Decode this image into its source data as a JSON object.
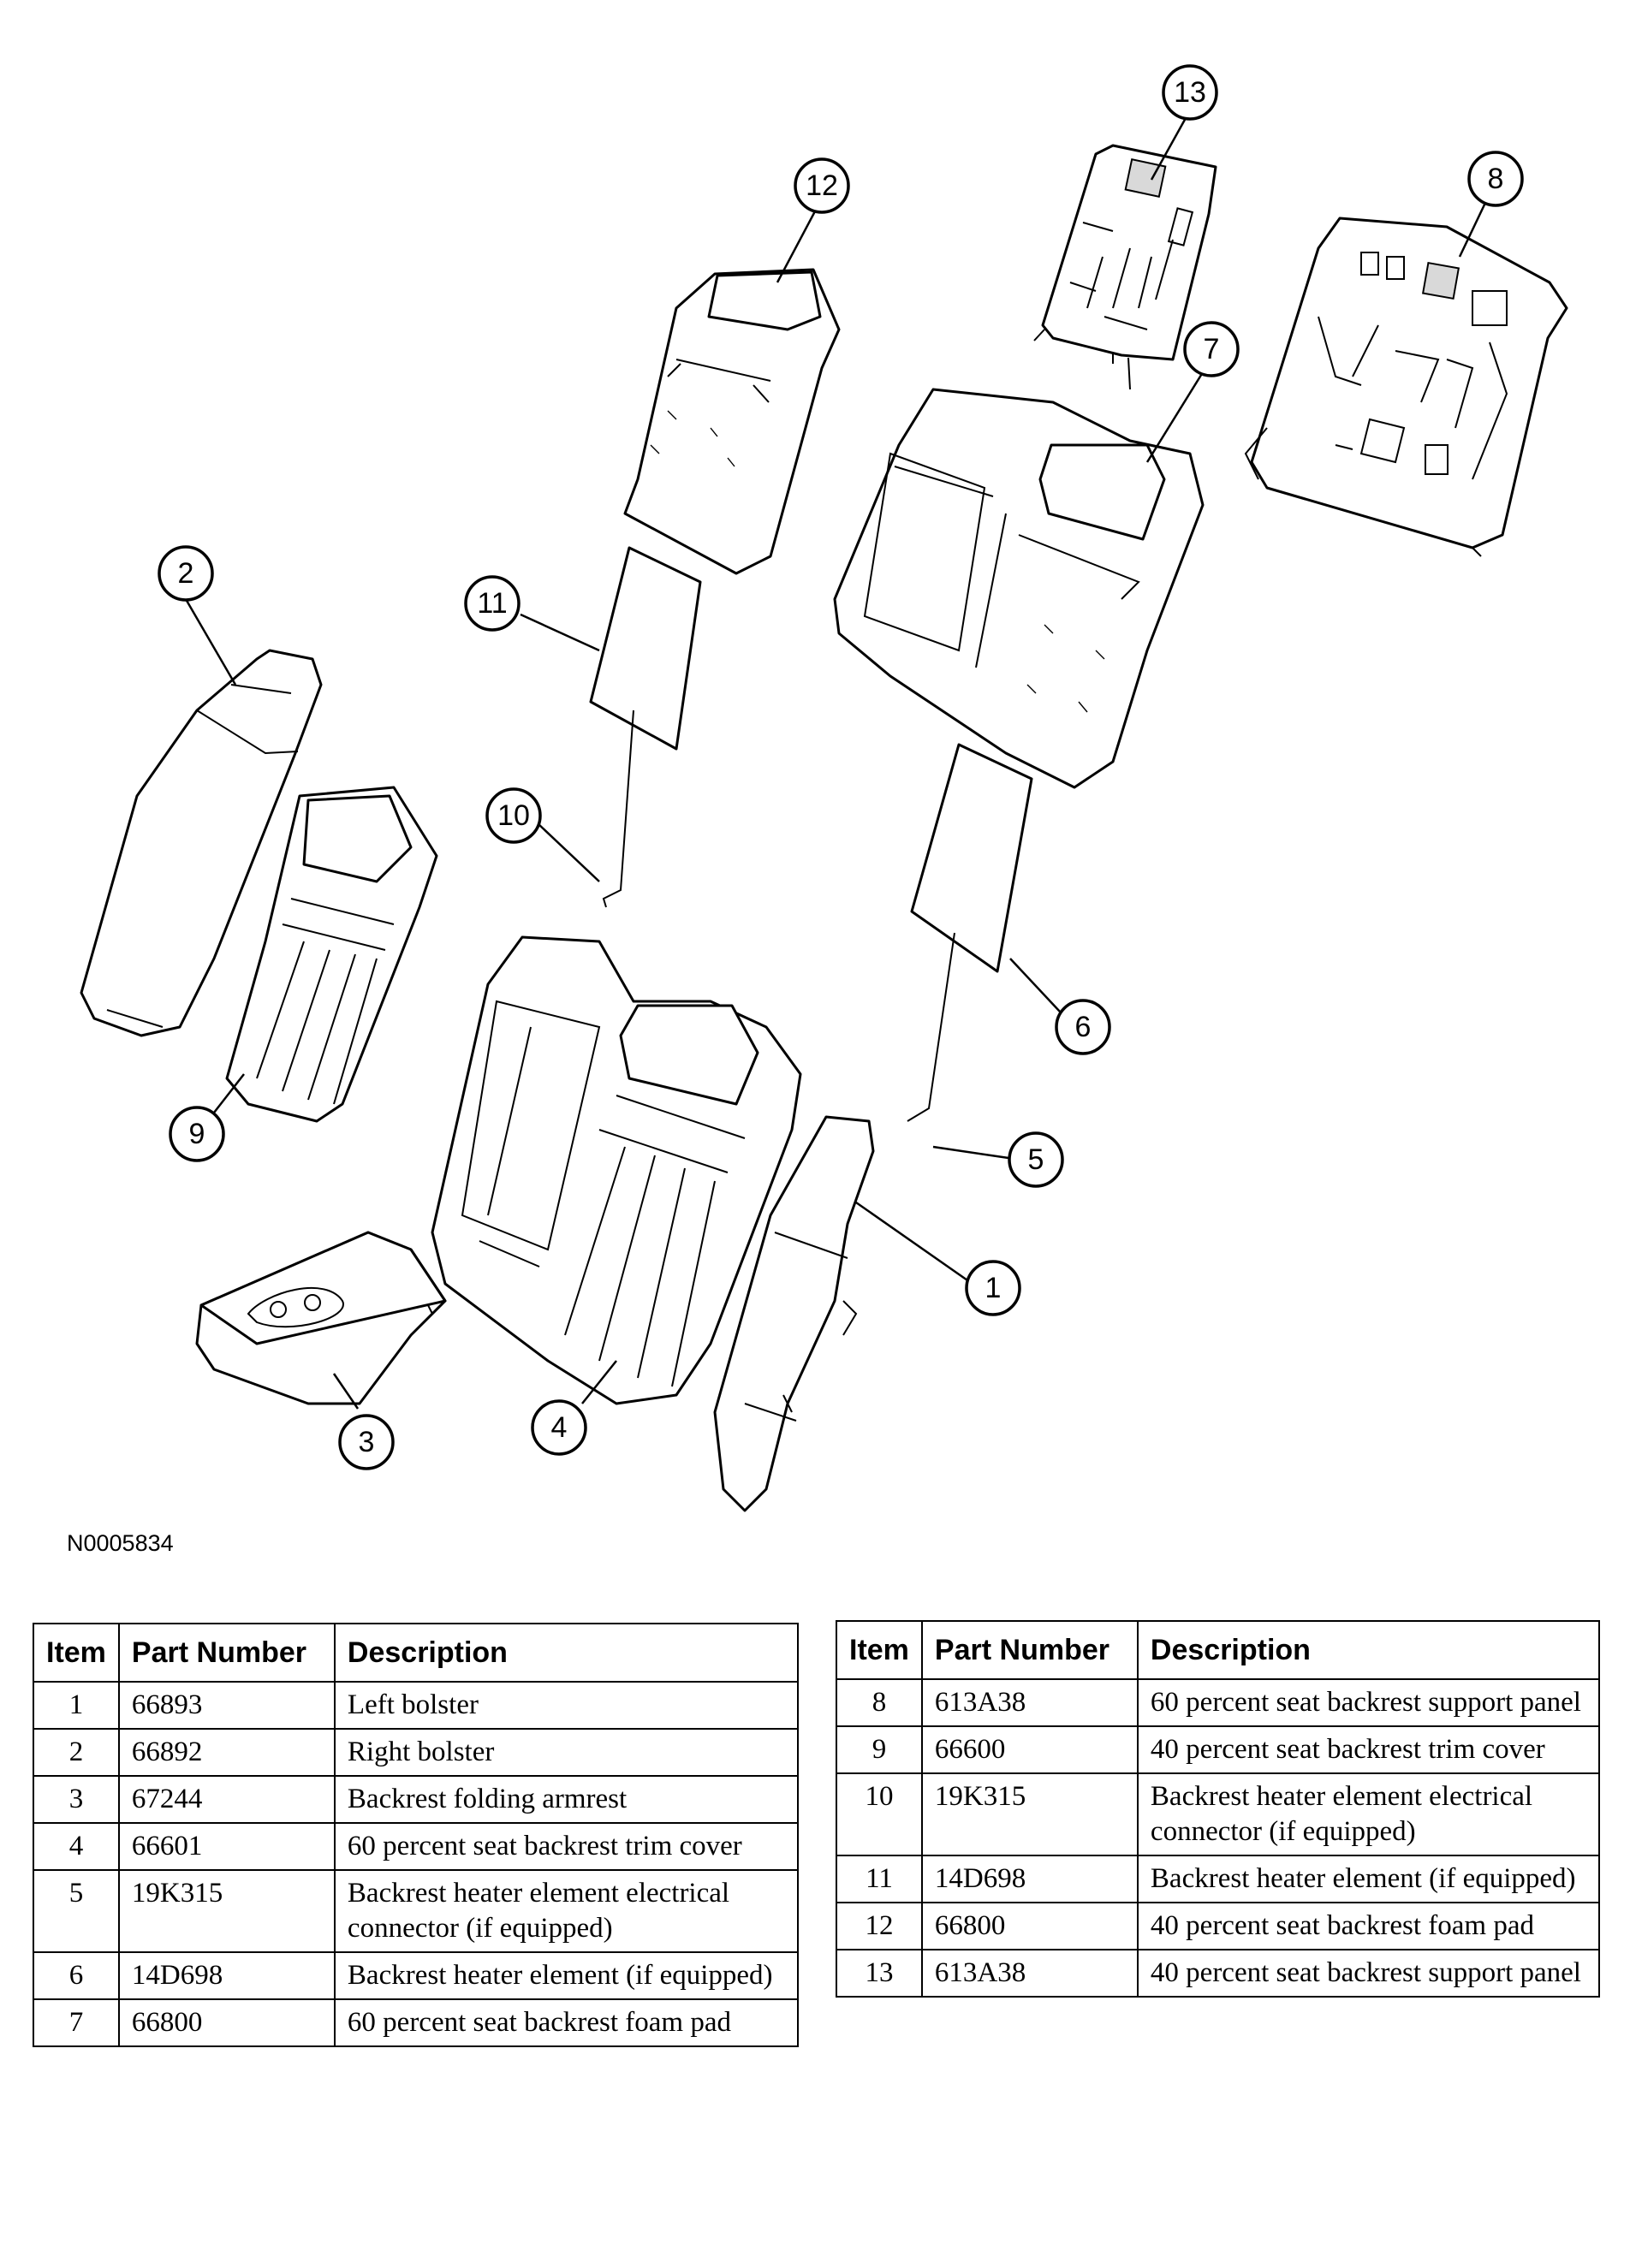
{
  "figure_id": "N0005834",
  "callouts": [
    "1",
    "2",
    "3",
    "4",
    "5",
    "6",
    "7",
    "8",
    "9",
    "10",
    "11",
    "12",
    "13"
  ],
  "table_headers": {
    "item": "Item",
    "part_number": "Part Number",
    "description": "Description"
  },
  "parts_left": [
    {
      "item": "1",
      "part_number": "66893",
      "description": "Left bolster"
    },
    {
      "item": "2",
      "part_number": "66892",
      "description": "Right bolster"
    },
    {
      "item": "3",
      "part_number": "67244",
      "description": "Backrest folding armrest"
    },
    {
      "item": "4",
      "part_number": "66601",
      "description": "60 percent seat backrest trim cover"
    },
    {
      "item": "5",
      "part_number": "19K315",
      "description": "Backrest heater element electrical connector (if equipped)"
    },
    {
      "item": "6",
      "part_number": "14D698",
      "description": "Backrest heater element (if equipped)"
    },
    {
      "item": "7",
      "part_number": "66800",
      "description": "60 percent seat backrest foam pad"
    }
  ],
  "parts_right": [
    {
      "item": "8",
      "part_number": "613A38",
      "description": "60 percent seat backrest support panel"
    },
    {
      "item": "9",
      "part_number": "66600",
      "description": "40 percent seat backrest trim cover"
    },
    {
      "item": "10",
      "part_number": "19K315",
      "description": "Backrest heater element electrical connector (if equipped)"
    },
    {
      "item": "11",
      "part_number": "14D698",
      "description": "Backrest heater element (if equipped)"
    },
    {
      "item": "12",
      "part_number": "66800",
      "description": "40 percent seat backrest foam pad"
    },
    {
      "item": "13",
      "part_number": "613A38",
      "description": "40 percent seat backrest support panel"
    }
  ]
}
